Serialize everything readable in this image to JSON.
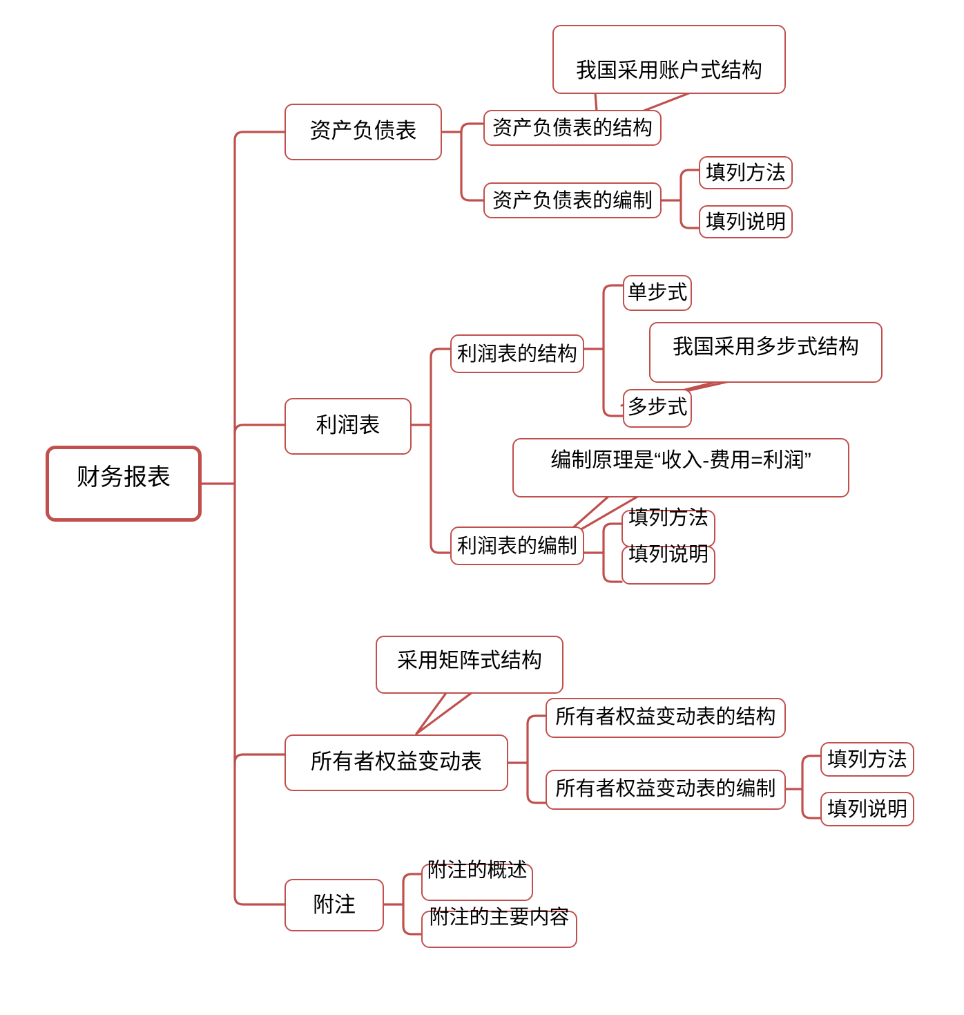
{
  "diagram": {
    "title": "财务报表",
    "type": "mind-map",
    "accent_color": "#c0504d",
    "text_color": "#000000",
    "background_color": "#ffffff"
  },
  "root": {
    "label": "财务报表"
  },
  "branches": [
    {
      "label": "资产负债表",
      "children": [
        {
          "label": "资产负债表的结构",
          "callout": "我国采用账户式结构",
          "children": []
        },
        {
          "label": "资产负债表的编制",
          "children": [
            {
              "label": "填列方法"
            },
            {
              "label": "填列说明"
            }
          ]
        }
      ]
    },
    {
      "label": "利润表",
      "children": [
        {
          "label": "利润表的结构",
          "children": [
            {
              "label": "单步式"
            },
            {
              "label": "多步式",
              "callout": "我国采用多步式结构"
            }
          ]
        },
        {
          "label": "利润表的编制",
          "callout": "编制原理是“收入-费用=利润”",
          "children": [
            {
              "label": "填列方法"
            },
            {
              "label": "填列说明"
            }
          ]
        }
      ]
    },
    {
      "label": "所有者权益变动表",
      "callout": "采用矩阵式结构",
      "children": [
        {
          "label": "所有者权益变动表的结构",
          "children": []
        },
        {
          "label": "所有者权益变动表的编制",
          "children": [
            {
              "label": "填列方法"
            },
            {
              "label": "填列说明"
            }
          ]
        }
      ]
    },
    {
      "label": "附注",
      "children": [
        {
          "label": "附注的概述"
        },
        {
          "label": "附注的主要内容"
        }
      ]
    }
  ],
  "callouts": [
    {
      "label": "我国采用账户式结构"
    },
    {
      "label": "我国采用多步式结构"
    },
    {
      "label": "编制原理是“收入-费用=利润”"
    },
    {
      "label": "采用矩阵式结构"
    }
  ]
}
